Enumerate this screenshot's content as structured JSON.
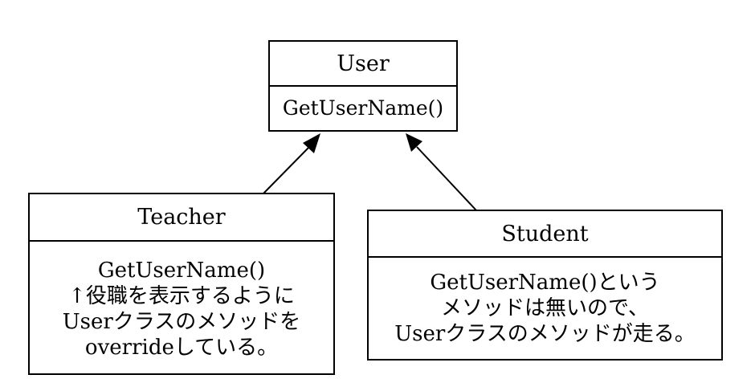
{
  "user": {
    "name": "User",
    "method": "GetUserName()"
  },
  "teacher": {
    "name": "Teacher",
    "lines": [
      "GetUserName()",
      "↑役職を表示するように",
      "Userクラスのメソッドを",
      "overrideしている。"
    ]
  },
  "student": {
    "name": "Student",
    "lines": [
      "GetUserName()という",
      "メソッドは無いので、",
      "Userクラスのメソッドが走る。"
    ]
  }
}
